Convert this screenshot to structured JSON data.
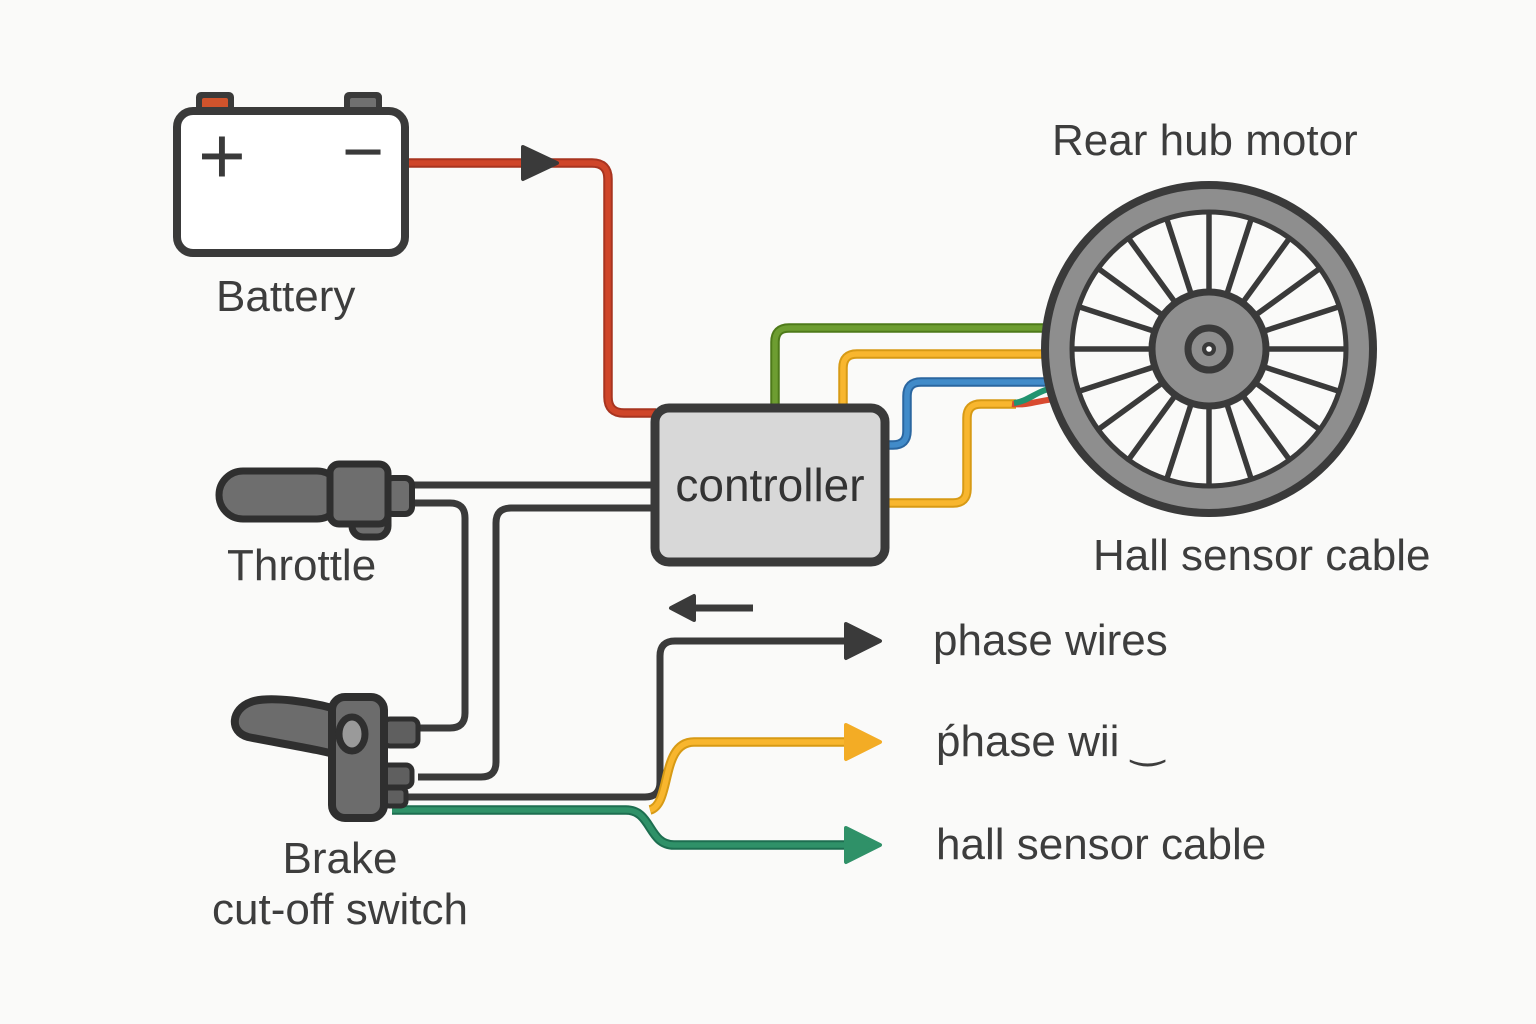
{
  "components": {
    "battery": {
      "label": "Battery",
      "plus": "+",
      "minus": "−"
    },
    "throttle": {
      "label": "Throttle"
    },
    "brake": {
      "label_line1": "Brake",
      "label_line2": "cut-off switch"
    },
    "controller": {
      "label": "controller"
    },
    "motor": {
      "label": "Rear hub motor",
      "hall_cable_label": "Hall sensor cable"
    }
  },
  "legend": {
    "items": [
      {
        "label": "phase wires",
        "arrow_color": "#3a3a3a"
      },
      {
        "label": "ṕhase wii",
        "squiggle": "‿",
        "arrow_color": "#f3ac25"
      },
      {
        "label": "hall sensor cable",
        "arrow_color": "#2f9168"
      }
    ]
  },
  "colors": {
    "background": "#fafaf9",
    "outline": "#3a3a3a",
    "text": "#3d3d3d",
    "component_gray": "#6e6e6e",
    "controller_fill": "#d8d8d8",
    "wheel_gray": "#8e8e8e",
    "wire_red": "#cf4529",
    "wire_yellow": "#f8b62e",
    "wire_blue": "#418bc9",
    "wire_green_olive": "#6d9d31",
    "wire_teal": "#2f9168",
    "battery_terminal_orange": "#d0532c"
  }
}
